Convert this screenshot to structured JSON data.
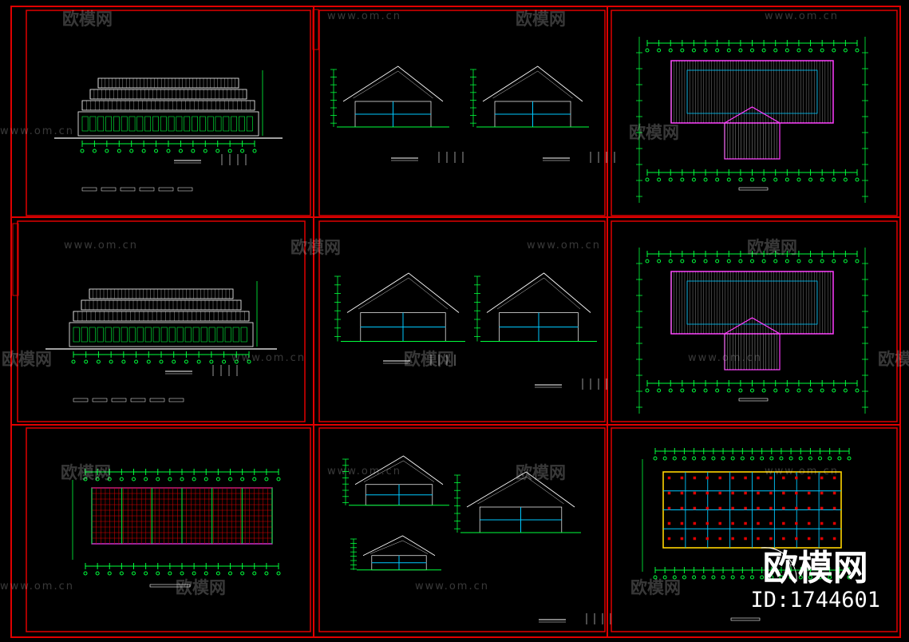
{
  "image": {
    "description_free": true,
    "background": "#000000",
    "colors": {
      "frame": "#e00000",
      "linework": "#ffffff",
      "dimension": "#00ff3c",
      "accent": "#ff3cff",
      "section": "#00c8ff",
      "yellow": "#ffd400",
      "label": "#ffffff"
    }
  },
  "watermarks": {
    "url_text": "www.om.cn",
    "logo_text": "欧模网"
  },
  "brand": {
    "name": "欧模网",
    "id": "ID:1744601"
  },
  "sheets": [
    {
      "kind": "elevation"
    },
    {
      "kind": "sections"
    },
    {
      "kind": "roofplan"
    },
    {
      "kind": "elevation"
    },
    {
      "kind": "sections"
    },
    {
      "kind": "roofplan"
    },
    {
      "kind": "beamplan"
    },
    {
      "kind": "sections"
    },
    {
      "kind": "floorplan"
    }
  ]
}
